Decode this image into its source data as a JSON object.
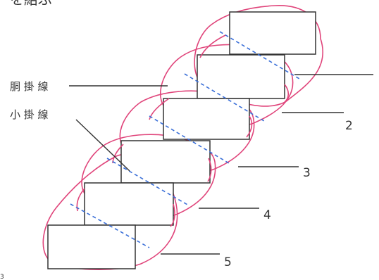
{
  "labels": {
    "top_partial": "を結ぶ",
    "do_kakesen": "胴 掛 線",
    "ko_kakesen": "小 掛 線",
    "num_2": "2",
    "num_3": "3",
    "num_4": "4",
    "num_5": "5",
    "corner_mark": "3"
  },
  "colors": {
    "rect_stroke": "#333333",
    "outline": "#e0457b",
    "dashed": "#3a6fd8",
    "leader": "#333333",
    "text": "#333333"
  }
}
